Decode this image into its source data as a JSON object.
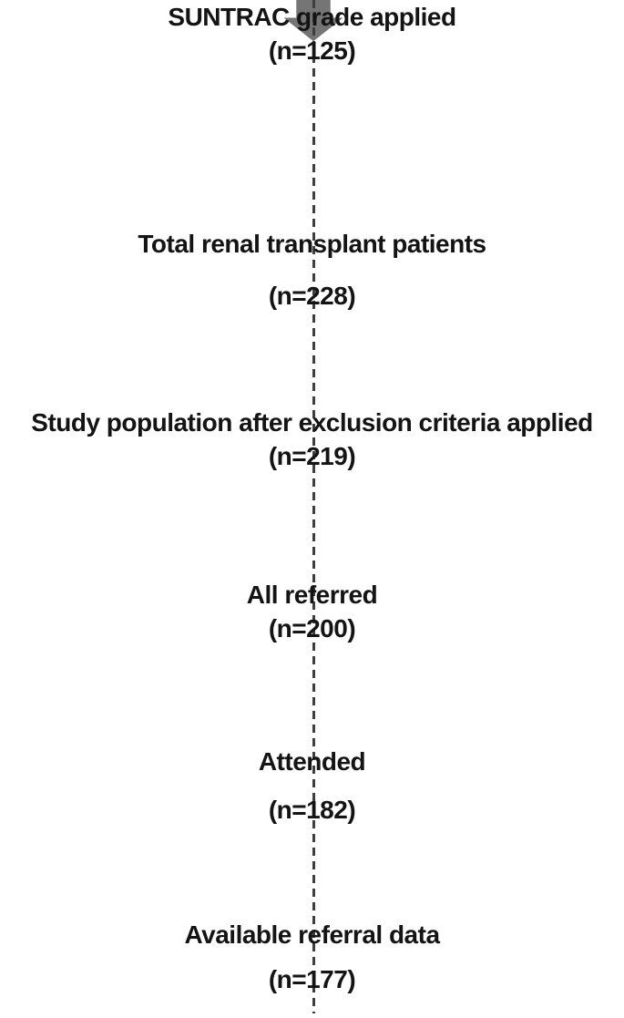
{
  "flow": {
    "steps": [
      {
        "label": "Total renal transplant patients",
        "count": "(n=228)"
      },
      {
        "label": "Study population after exclusion criteria applied",
        "count": "(n=219)"
      },
      {
        "label": "All referred",
        "count": "(n=200)"
      },
      {
        "label": "Attended",
        "count": "(n=182)"
      },
      {
        "label": "Available referral data",
        "count": "(n=177)"
      },
      {
        "label": "SUNTRAC grade applied",
        "count": "(n=125)"
      }
    ],
    "connector": "down-arrow",
    "colors": {
      "text": "#141414",
      "arrow": "#757575",
      "dashed_line": "#3e3e3e",
      "background": "#ffffff"
    }
  }
}
